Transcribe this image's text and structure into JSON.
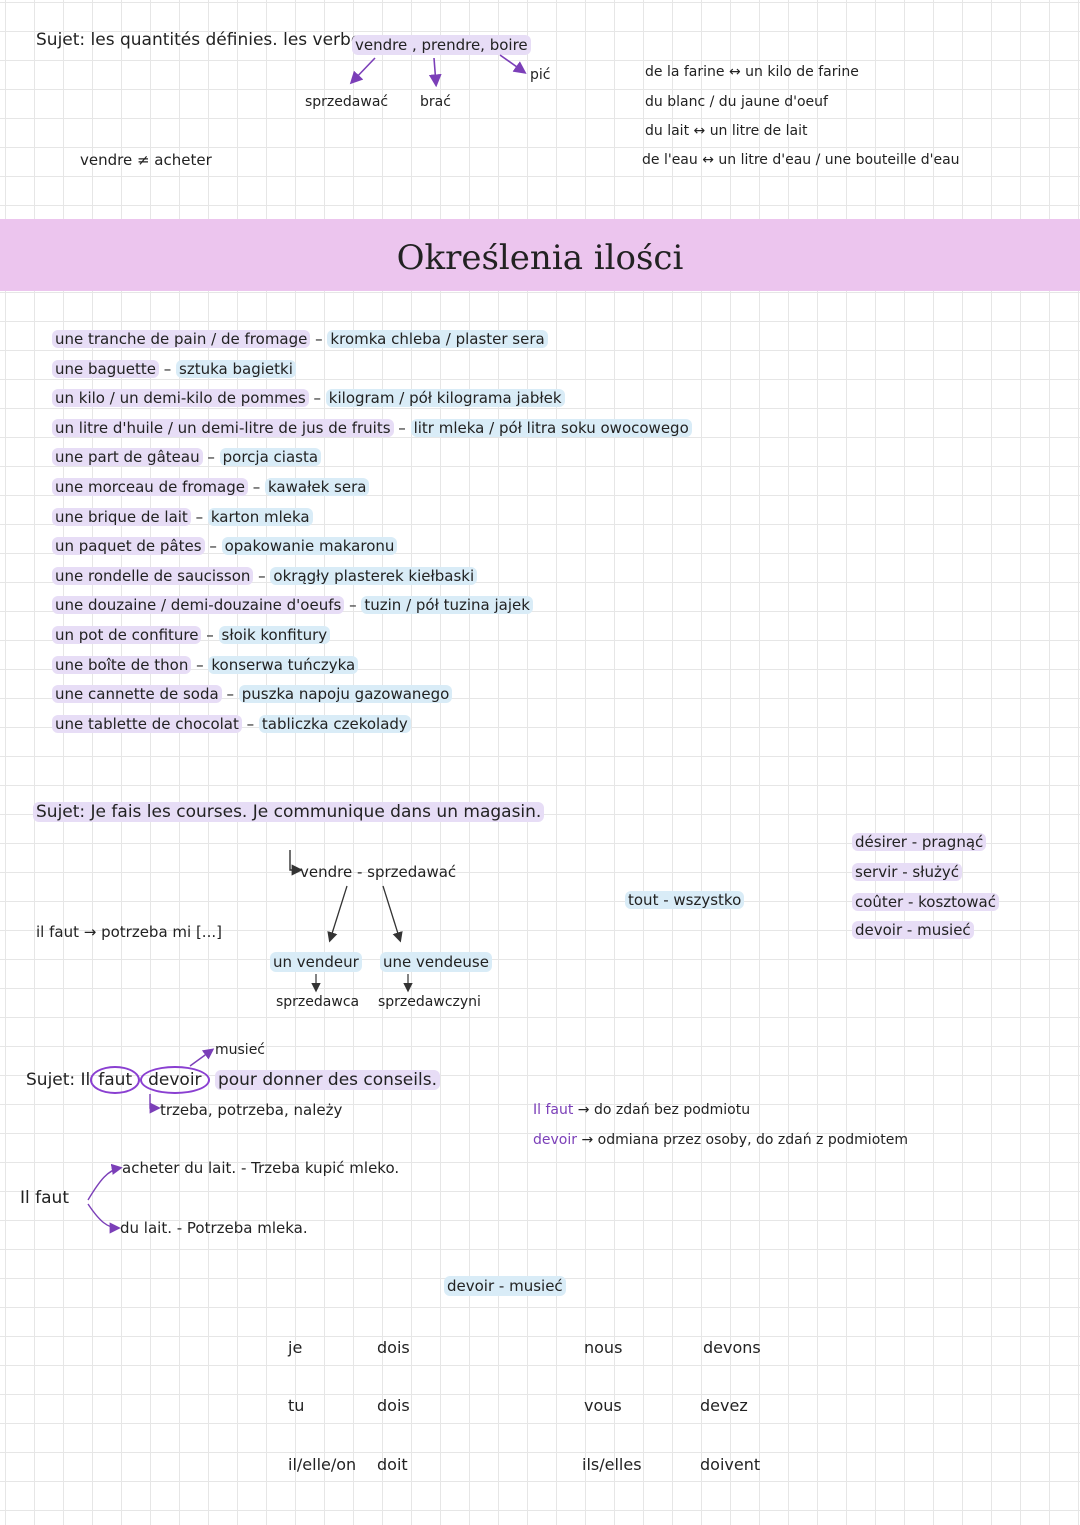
{
  "section1": {
    "title": "Sujet: les quantités définies. les verbes",
    "verbs": "vendre , prendre, boire",
    "sprzedawac": "sprzedawać",
    "brac": "brać",
    "pic": "pić",
    "vendre_acheter": "vendre ≠ acheter",
    "lines": [
      "de la farine ↔ un kilo de farine",
      "du blanc / du jaune d'oeuf",
      "du lait ↔ un litre de lait",
      "de l'eau ↔ un litre d'eau / une bouteille d'eau"
    ]
  },
  "banner": {
    "title": "Określenia ilości"
  },
  "vocab": [
    {
      "fr": "une tranche de pain / de fromage",
      "pl": "kromka chleba / plaster sera"
    },
    {
      "fr": "une baguette",
      "pl": "sztuka bagietki"
    },
    {
      "fr": "un kilo / un demi-kilo de pommes",
      "pl": "kilogram / pół kilograma jabłek"
    },
    {
      "fr": "un litre d'huile / un demi-litre de jus de fruits",
      "pl": "litr mleka / pół litra soku owocowego"
    },
    {
      "fr": "une part de gâteau",
      "pl": "porcja ciasta"
    },
    {
      "fr": "une morceau de fromage",
      "pl": "kawałek sera"
    },
    {
      "fr": "une brique de lait",
      "pl": "karton mleka"
    },
    {
      "fr": "un paquet de pâtes",
      "pl": "opakowanie makaronu"
    },
    {
      "fr": "une rondelle de saucisson",
      "pl": "okrągły plasterek kiełbaski"
    },
    {
      "fr": "une douzaine / demi-douzaine d'oeufs",
      "pl": "tuzin / pół tuzina jajek"
    },
    {
      "fr": "un pot de confiture",
      "pl": "słoik konfitury"
    },
    {
      "fr": "une boîte de thon",
      "pl": "konserwa tuńczyka"
    },
    {
      "fr": "une cannette de soda",
      "pl": "puszka napoju gazowanego"
    },
    {
      "fr": "une tablette de chocolat",
      "pl": "tabliczka czekolady"
    }
  ],
  "section2": {
    "title": "Sujet: Je fais les courses. Je communique dans un magasin.",
    "vendre": "vendre - sprzedawać",
    "il_faut": "il faut → potrzeba mi [...]",
    "vendeur": "un vendeur",
    "vendeuse": "une vendeuse",
    "sprzedawca": "sprzedawca",
    "sprzedawczyni": "sprzedawczyni",
    "tout": "tout - wszystko",
    "side_words": [
      "désirer - pragnąć",
      "servir - służyć",
      "coûter - kosztować",
      "devoir - musieć"
    ]
  },
  "section3": {
    "musiec": "musieć",
    "title_prefix": "Sujet: Il",
    "faut": "faut",
    "devoir": "devoir",
    "title_rest": "pour donner des conseils.",
    "trzeba": "trzeba, potrzeba, należy",
    "note_faut_label": "Il faut",
    "note_faut": "→ do zdań bez podmiotu",
    "note_devoir_label": "devoir",
    "note_devoir": "→ odmiana przez osoby, do zdań z podmiotem",
    "il_faut": "Il faut",
    "ex1": "acheter du lait. - Trzeba kupić mleko.",
    "ex2": "du lait. - Potrzeba mleka.",
    "devoir_title": "devoir - musieć"
  },
  "conjugation": [
    {
      "pronoun": "je",
      "form": "dois"
    },
    {
      "pronoun": "tu",
      "form": "dois"
    },
    {
      "pronoun": "il/elle/on",
      "form": "doit"
    },
    {
      "pronoun": "nous",
      "form": "devons"
    },
    {
      "pronoun": "vous",
      "form": "devez"
    },
    {
      "pronoun": "ils/elles",
      "form": "doivent"
    }
  ]
}
